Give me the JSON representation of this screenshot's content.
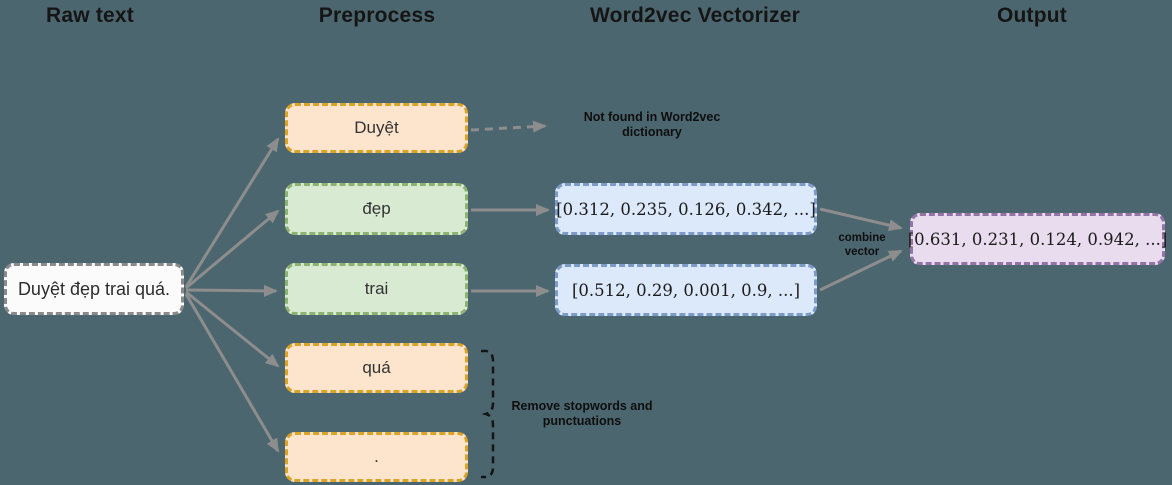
{
  "columns": {
    "raw_text": "Raw text",
    "preprocess": "Preprocess",
    "vectorizer": "Word2vec Vectorizer",
    "output": "Output"
  },
  "raw_box": {
    "text": "Duyệt đẹp trai quá."
  },
  "tokens": [
    {
      "label": "Duyệt",
      "type": "orange"
    },
    {
      "label": "đẹp",
      "type": "green"
    },
    {
      "label": "trai",
      "type": "green"
    },
    {
      "label": "quá",
      "type": "orange"
    },
    {
      "label": ".",
      "type": "orange"
    }
  ],
  "vectors": [
    {
      "value": "[0.312, 0.235, 0.126, 0.342, ...]"
    },
    {
      "value": "[0.512, 0.29, 0.001, 0.9, ...]"
    }
  ],
  "output_box": {
    "value": "[0.631, 0.231, 0.124, 0.942, ...]"
  },
  "annotations": {
    "not_found": "Not found in Word2vec dictionary",
    "combine": "combine vector",
    "remove": "Remove stopwords and punctuations"
  },
  "colors": {
    "background": "#4c6670",
    "arrow": "#8d8d8d",
    "bracket": "#141414",
    "orange-fill": "#fce5cc",
    "orange-stroke": "#dba427",
    "green-fill": "#d9ead2",
    "green-stroke": "#8cb470",
    "blue-fill": "#dce9fb",
    "blue-stroke": "#7d9bc9",
    "purple-fill": "#e8dcee",
    "purple-stroke": "#9673a6",
    "gray-fill": "#fbfbfb",
    "gray-stroke": "#8a8a8a"
  }
}
